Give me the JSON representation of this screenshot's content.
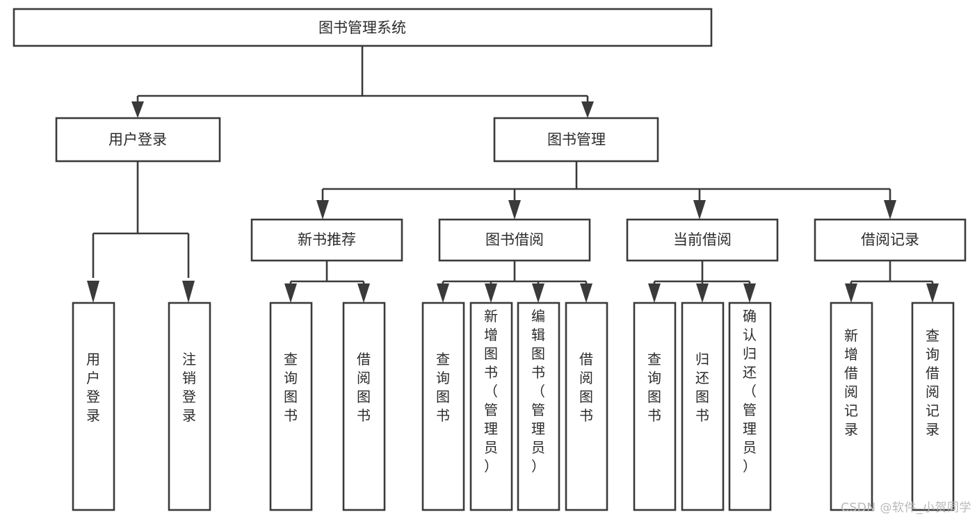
{
  "diagram": {
    "type": "tree-hierarchy-chart",
    "title": "图书管理系统",
    "watermark": "CSDN @软件_小贺同学",
    "colors": {
      "stroke": "#3a3a3a",
      "box_fill": "#ffffff",
      "text": "#2b2b2b",
      "background": "#ffffff",
      "watermark": "#b8b8b8"
    },
    "root": {
      "id": "root",
      "label": "图书管理系统"
    },
    "level2": [
      {
        "id": "user-login",
        "label": "用户登录"
      },
      {
        "id": "book-manage",
        "label": "图书管理"
      }
    ],
    "level3": [
      {
        "id": "new-book-recommend",
        "label": "新书推荐",
        "parent": "book-manage"
      },
      {
        "id": "book-borrow",
        "label": "图书借阅",
        "parent": "book-manage"
      },
      {
        "id": "current-borrow",
        "label": "当前借阅",
        "parent": "book-manage"
      },
      {
        "id": "borrow-record",
        "label": "借阅记录",
        "parent": "book-manage"
      }
    ],
    "leaves": [
      {
        "id": "leaf-user-login",
        "label": "用户登录",
        "parent": "user-login"
      },
      {
        "id": "leaf-logout",
        "label": "注销登录",
        "parent": "user-login"
      },
      {
        "id": "leaf-query-book-1",
        "label": "查询图书",
        "parent": "new-book-recommend"
      },
      {
        "id": "leaf-borrow-book-1",
        "label": "借阅图书",
        "parent": "new-book-recommend"
      },
      {
        "id": "leaf-query-book-2",
        "label": "查询图书",
        "parent": "book-borrow"
      },
      {
        "id": "leaf-add-book",
        "label": "新增图书（管理员）",
        "parent": "book-borrow"
      },
      {
        "id": "leaf-edit-book",
        "label": "编辑图书（管理员）",
        "parent": "book-borrow"
      },
      {
        "id": "leaf-borrow-book-2",
        "label": "借阅图书",
        "parent": "book-borrow"
      },
      {
        "id": "leaf-query-book-3",
        "label": "查询图书",
        "parent": "current-borrow"
      },
      {
        "id": "leaf-return-book",
        "label": "归还图书",
        "parent": "current-borrow"
      },
      {
        "id": "leaf-confirm-return",
        "label": "确认归还（管理员）",
        "parent": "current-borrow"
      },
      {
        "id": "leaf-add-record",
        "label": "新增借阅记录",
        "parent": "borrow-record"
      },
      {
        "id": "leaf-query-record",
        "label": "查询借阅记录",
        "parent": "borrow-record"
      }
    ]
  }
}
